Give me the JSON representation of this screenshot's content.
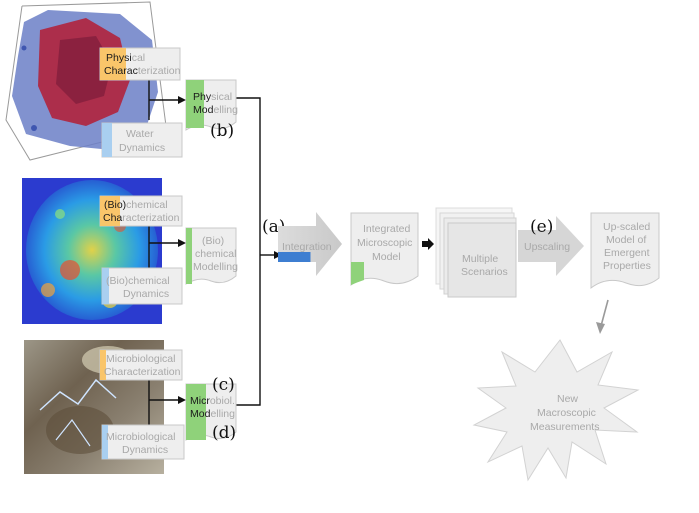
{
  "colors": {
    "box_fill": "#eeeeee",
    "box_stroke": "#c8c8c8",
    "box_text": "#a9a9a9",
    "highlight_text": "#1a1a1a",
    "orange_tab": "#f9c56a",
    "green_tab": "#8fd27a",
    "blue_tab": "#a9cff0",
    "blue_progress": "#3d7ed1",
    "arrow_gray": "#d6d6d6",
    "connector": "#111111"
  },
  "panels": {
    "physical": {
      "characterization": {
        "line1_hl": "Physi",
        "line1_rest": "cal",
        "line2_hl": "Charac",
        "line2_rest": "terization"
      },
      "modelling": {
        "line1_hl": "Phy",
        "line1_rest": "sical",
        "line2_hl": "Mod",
        "line2_rest": "elling"
      },
      "dynamics": {
        "line1": "Water",
        "line2": "Dynamics"
      },
      "tag": "(b)"
    },
    "biochemical": {
      "characterization": {
        "line1_hl": "(Bio)",
        "line1_rest": "chemical",
        "line2_hl": "Cha",
        "line2_rest": "racterization"
      },
      "modelling": {
        "line1": "(Bio)",
        "line2": "chemical",
        "line3": "Modelling"
      },
      "dynamics": {
        "line1": "(Bio)chemical",
        "line2": "Dynamics"
      }
    },
    "microbiological": {
      "characterization": {
        "line1": "Microbiological",
        "line2": "Characterization"
      },
      "modelling": {
        "line1_hl": "Micr",
        "line1_rest": "obiol.",
        "line2_hl": "Mod",
        "line2_rest": "elling"
      },
      "dynamics": {
        "line1": "Microbiological",
        "line2": "Dynamics"
      },
      "tag_top": "(c)",
      "tag_bottom": "(d)"
    }
  },
  "pipeline": {
    "tag_a": "(a)",
    "integration": "Integration",
    "integration_progress": 0.45,
    "integrated_model": {
      "line1": "Integrated",
      "line2": "Microscopic",
      "line3": "Model"
    },
    "scenarios": {
      "line1": "Multiple",
      "line2": "Scenarios"
    },
    "tag_e": "(e)",
    "upscaling": "Upscaling",
    "upscaled_model": {
      "line1": "Up-scaled",
      "line2": "Model of",
      "line3": "Emergent",
      "line4": "Properties"
    },
    "measurements": {
      "line1": "New",
      "line2": "Macroscopic",
      "line3": "Measurements"
    }
  }
}
